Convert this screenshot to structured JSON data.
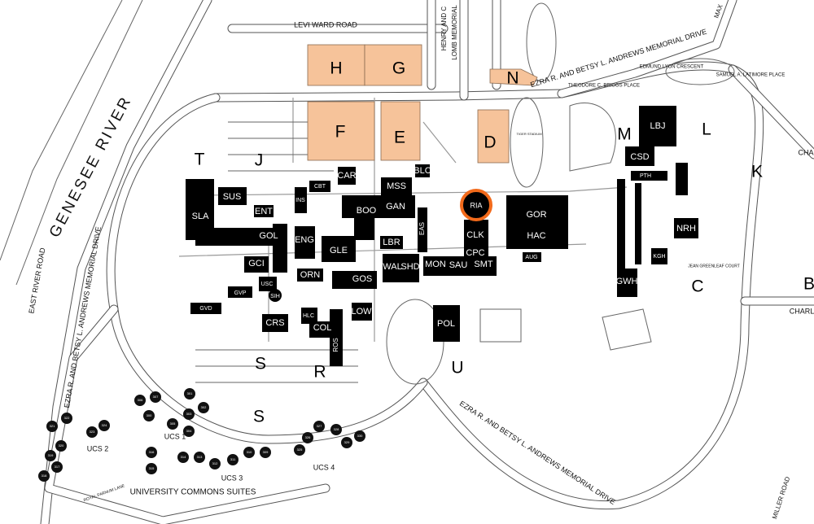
{
  "colors": {
    "parking_fill": "#f6c39a",
    "building": "#000000",
    "highlight": "#f26a1b",
    "road": "#555555"
  },
  "highlight": {
    "label": "RIA"
  },
  "parking_lots": [
    {
      "label": "H"
    },
    {
      "label": "G"
    },
    {
      "label": "F"
    },
    {
      "label": "E"
    },
    {
      "label": "D"
    },
    {
      "label": "N"
    }
  ],
  "lot_letters": [
    {
      "label": "T"
    },
    {
      "label": "J"
    },
    {
      "label": "M"
    },
    {
      "label": "L"
    },
    {
      "label": "K"
    },
    {
      "label": "C"
    },
    {
      "label": "B"
    },
    {
      "label": "S"
    },
    {
      "label": "R"
    },
    {
      "label": "U"
    },
    {
      "label": "S"
    }
  ],
  "buildings": [
    {
      "label": "LBJ"
    },
    {
      "label": "CSD"
    },
    {
      "label": "GOR"
    },
    {
      "label": "HAC"
    },
    {
      "label": "CLK"
    },
    {
      "label": "CPC"
    },
    {
      "label": "SMT"
    },
    {
      "label": "SAU"
    },
    {
      "label": "MON"
    },
    {
      "label": "WAL"
    },
    {
      "label": "SHD"
    },
    {
      "label": "LBR"
    },
    {
      "label": "EAS"
    },
    {
      "label": "MSS"
    },
    {
      "label": "GAN"
    },
    {
      "label": "BOO"
    },
    {
      "label": "CAR"
    },
    {
      "label": "BLC"
    },
    {
      "label": "CBT"
    },
    {
      "label": "INS"
    },
    {
      "label": "ENT"
    },
    {
      "label": "SUS"
    },
    {
      "label": "SLA"
    },
    {
      "label": "GOL"
    },
    {
      "label": "ENG"
    },
    {
      "label": "GLE"
    },
    {
      "label": "GCI"
    },
    {
      "label": "ORN"
    },
    {
      "label": "GOS"
    },
    {
      "label": "USC"
    },
    {
      "label": "SIH"
    },
    {
      "label": "GVP"
    },
    {
      "label": "GVD"
    },
    {
      "label": "CRS"
    },
    {
      "label": "LOW"
    },
    {
      "label": "HLC"
    },
    {
      "label": "COL"
    },
    {
      "label": "ROS"
    },
    {
      "label": "POL"
    },
    {
      "label": "GWH"
    },
    {
      "label": "NRH"
    },
    {
      "label": "AUG"
    },
    {
      "label": "PTH"
    },
    {
      "label": "KGH"
    }
  ],
  "roads": [
    {
      "label": "LEVI WARD ROAD"
    },
    {
      "label": "HENRY AND C"
    },
    {
      "label": "LOMB MEMORIAL"
    },
    {
      "label": "EZRA R. AND BETSY L. ANDREWS MEMORIAL DRIVE"
    },
    {
      "label": "EDMUND LYON CRESCENT"
    },
    {
      "label": "THEODORE C. BRIGGS PLACE"
    },
    {
      "label": "SAMUEL A. LATIMORE PLACE"
    },
    {
      "label": "EAST RIVER ROAD"
    },
    {
      "label": "EZRA R. AND BETSY L. ANDREWS MEMORIAL DRIVE"
    },
    {
      "label": "EZRA R. AND BETSY L. ANDREWS MEMORIAL DRIVE"
    },
    {
      "label": "MILLER ROAD"
    },
    {
      "label": "ROYAL FARNUM LANE"
    },
    {
      "label": "MAX"
    },
    {
      "label": "CHA"
    },
    {
      "label": "CHARL"
    },
    {
      "label": "TIGER STADIUM"
    },
    {
      "label": "JEAN GREENLEAF COURT"
    }
  ],
  "river": {
    "label": "GENESEE RIVER"
  },
  "residential": {
    "title": "UNIVERSITY COMMONS SUITES",
    "areas": [
      {
        "label": "UCS 1"
      },
      {
        "label": "UCS 2"
      },
      {
        "label": "UCS 3"
      },
      {
        "label": "UCS 4"
      }
    ],
    "halls": [
      "306",
      "307",
      "301",
      "302",
      "303",
      "305",
      "304",
      "300",
      "321",
      "322",
      "323",
      "324",
      "320",
      "319",
      "317",
      "318",
      "316",
      "315",
      "314",
      "313",
      "312",
      "311",
      "310",
      "309",
      "326",
      "327",
      "328",
      "325",
      "329",
      "330"
    ]
  }
}
